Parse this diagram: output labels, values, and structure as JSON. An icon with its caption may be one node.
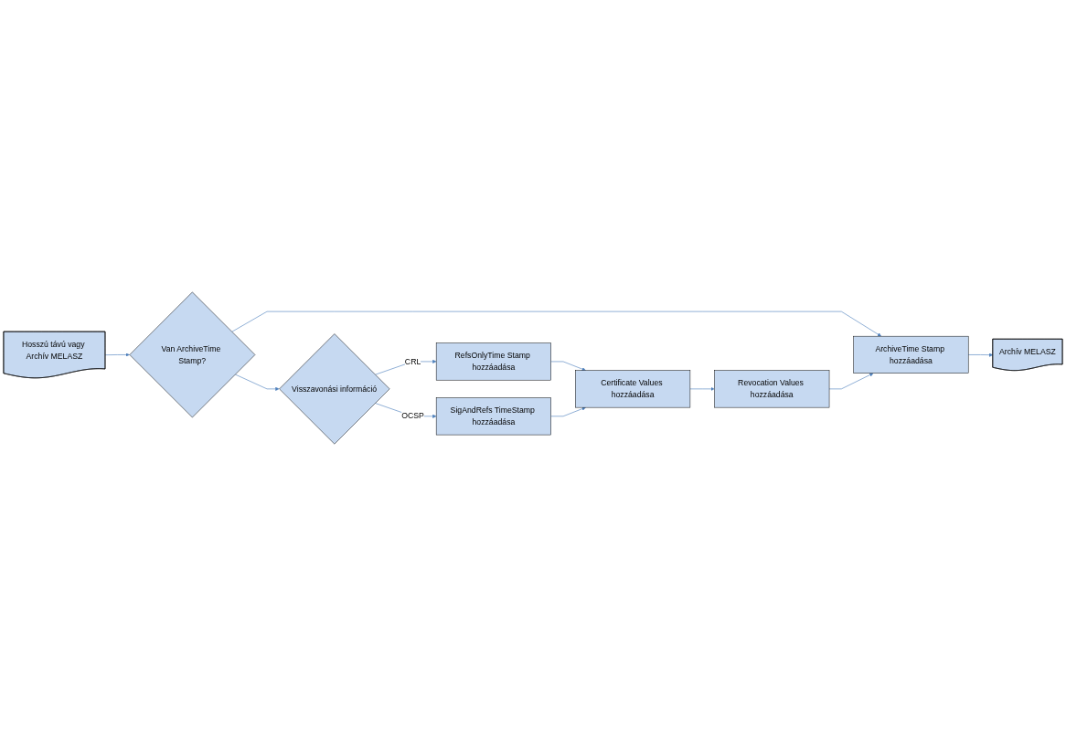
{
  "diagram": {
    "nodes": [
      {
        "text": [
          "Hosszú távú vagy Archív MELASZ"
        ]
      },
      {
        "text": [
          "Van ArchiveTime Stamp?"
        ]
      },
      {
        "text": [
          "Archív MELASZ"
        ]
      },
      {
        "text": [
          "ArchiveTime Stamp hozzáadása"
        ]
      },
      {
        "text": [
          "Visszavonási információ"
        ]
      },
      {
        "text": [
          "RefsOnlyTime Stamp hozzáadása"
        ]
      },
      {
        "text": [
          "SigAndRefs TimeStamp hozzáadása"
        ]
      },
      {
        "text": [
          "Certificate Values hozzáadása"
        ]
      },
      {
        "text": [
          "Revocation Values hozzáadása"
        ]
      }
    ],
    "edges": [
      {
        "from": 0,
        "to": 1,
        "arrow": "to"
      },
      {
        "from": 1,
        "to": 3,
        "arrow": "to"
      },
      {
        "from": 1,
        "to": 4,
        "arrow": "to"
      },
      {
        "from": 4,
        "to": 5,
        "label": "CRL",
        "arrow": "to"
      },
      {
        "from": 4,
        "to": 6,
        "label": "OCSP",
        "arrow": "to"
      },
      {
        "from": 5,
        "to": 7,
        "arrow": "to"
      },
      {
        "from": 6,
        "to": 7,
        "arrow": "to"
      },
      {
        "from": 7,
        "to": 8,
        "arrow": "to"
      },
      {
        "from": 8,
        "to": 3,
        "arrow": "to"
      },
      {
        "from": 3,
        "to": 2,
        "arrow": "to"
      }
    ]
  }
}
